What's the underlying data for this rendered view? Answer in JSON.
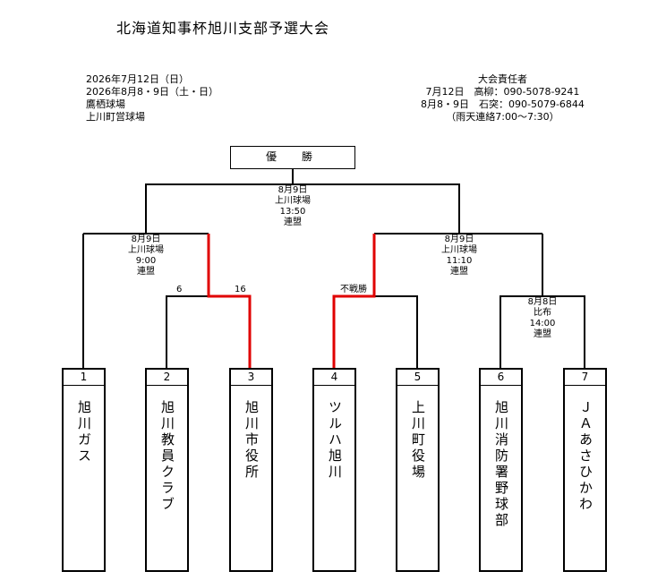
{
  "title": "北海道知事杯旭川支部予選大会",
  "info_left": [
    "2026年7月12日（日）",
    "2026年8月8・9日（土・日）",
    "鷹栖球場",
    "上川町営球場"
  ],
  "info_right": [
    "大会責任者",
    "7月12日　高柳：090-5078-9241",
    "8月8・9日　石突：090-5079-6844",
    "（雨天連絡7:00〜7:30）"
  ],
  "winner_label": "優　勝",
  "final": [
    "8月9日",
    "上川球場",
    "13:50",
    "連盟"
  ],
  "semi_left": [
    "8月9日",
    "上川球場",
    "9:00",
    "連盟"
  ],
  "semi_right": [
    "8月9日",
    "上川球場",
    "11:10",
    "連盟"
  ],
  "qf_right": [
    "8月8日",
    "比布",
    "14:00",
    "連盟"
  ],
  "scores": {
    "team2": "6",
    "team3": "16",
    "walkover": "不戦勝"
  },
  "teams": [
    {
      "num": "1",
      "name": "旭川ガス"
    },
    {
      "num": "2",
      "name": "旭川教員クラブ"
    },
    {
      "num": "3",
      "name": "旭川市役所"
    },
    {
      "num": "4",
      "name": "ツルハ旭川"
    },
    {
      "num": "5",
      "name": "上川町役場"
    },
    {
      "num": "6",
      "name": "旭川消防署野球部"
    },
    {
      "num": "7",
      "name": "ＪＡあさひかわ"
    }
  ],
  "colors": {
    "line": "#000000",
    "winner_path": "#e00000"
  }
}
